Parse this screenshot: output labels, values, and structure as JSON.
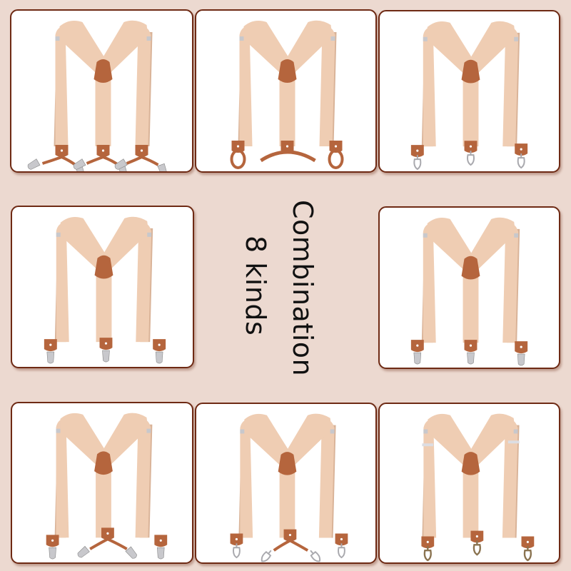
{
  "colors": {
    "background": "#ecd9d0",
    "panel_border": "#6e2a14",
    "strap": "#efcdb3",
    "strap_shade": "#d9b398",
    "leather": "#b5653d",
    "metal_silver": "#c8c8cc",
    "metal_bronze": "#8a7350"
  },
  "caption": {
    "line1": "Combination",
    "line2": "8 kinds"
  },
  "panels": [
    {
      "id": "top-left",
      "style": "Y-back",
      "ends": "6 clips (3 split clip tabs)"
    },
    {
      "id": "top-middle",
      "style": "Y-back",
      "ends": "button loops"
    },
    {
      "id": "top-right",
      "style": "Y-back",
      "ends": "3 swivel hooks"
    },
    {
      "id": "middle-left",
      "style": "Y-back",
      "ends": "3 clips"
    },
    {
      "id": "middle-right",
      "style": "Y-back",
      "ends": "3 butterfly clips"
    },
    {
      "id": "bottom-left",
      "style": "Y-back",
      "ends": "4 clips (split back)"
    },
    {
      "id": "bottom-middle",
      "style": "Y-back",
      "ends": "4 swivel hooks (split back)"
    },
    {
      "id": "bottom-right",
      "style": "Y-back",
      "ends": "3 bronze hooks with sliders"
    }
  ]
}
